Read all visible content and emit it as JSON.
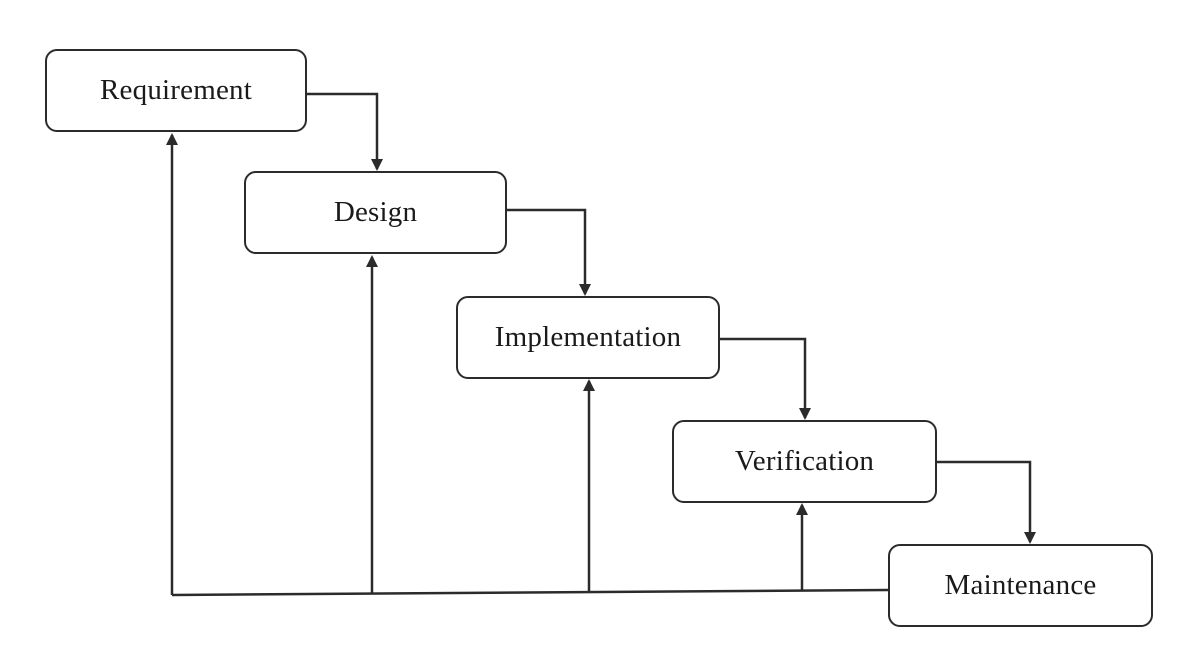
{
  "diagram": {
    "stages": [
      {
        "id": "requirement",
        "label": "Requirement"
      },
      {
        "id": "design",
        "label": "Design"
      },
      {
        "id": "implementation",
        "label": "Implementation"
      },
      {
        "id": "verification",
        "label": "Verification"
      },
      {
        "id": "maintenance",
        "label": "Maintenance"
      }
    ],
    "flow": [
      {
        "from": "requirement",
        "to": "design"
      },
      {
        "from": "design",
        "to": "implementation"
      },
      {
        "from": "implementation",
        "to": "verification"
      },
      {
        "from": "verification",
        "to": "maintenance"
      }
    ],
    "feedback": {
      "from": "maintenance",
      "to": [
        "requirement",
        "design",
        "implementation",
        "verification"
      ]
    },
    "colors": {
      "line": "#2b2b2b",
      "box_border": "#2b2b2b",
      "background": "#ffffff",
      "text": "#1a1a1a"
    }
  }
}
